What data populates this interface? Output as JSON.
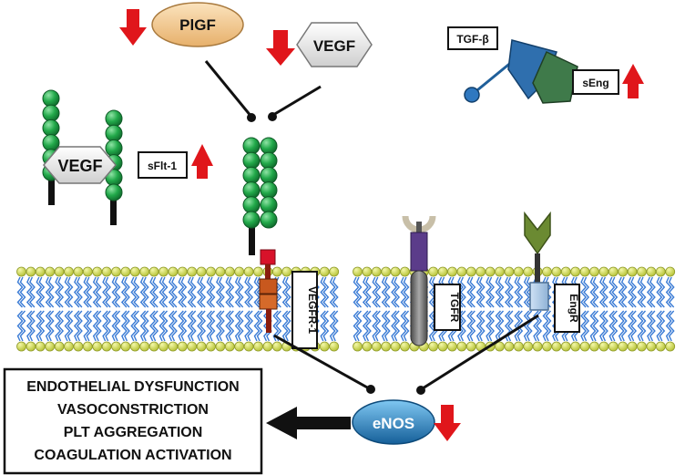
{
  "ligands": {
    "pigf": "PlGF",
    "vegf_top": "VEGF",
    "vegf_bound": "VEGF",
    "tgf_beta": "TGF-β",
    "seng": "sEng"
  },
  "soluble": {
    "sflt1": "sFlt-1"
  },
  "receptors": {
    "vegfr1": "VEGFR-1",
    "tgfr": "TGFR",
    "engr": "EngR"
  },
  "enzyme": {
    "enos": "eNOS"
  },
  "outcomes": [
    "ENDOTHELIAL DYSFUNCTION",
    "VASOCONSTRICTION",
    "PLT AGGREGATION",
    "COAGULATION ACTIVATION"
  ],
  "trends": {
    "pigf": "down",
    "vegf": "down",
    "sflt1": "up",
    "seng": "up",
    "enos": "down"
  },
  "colors": {
    "arrow": "#e0161b",
    "membrane_head": "#d4df4e",
    "lipid_tail": "#3a7bd5",
    "vegf_bead": "#22a94a",
    "vegfr1_head": "#d8122a",
    "vegfr1_body": "#c8581e",
    "tgfr": "#5b3c8a",
    "engr": "#6b8a32",
    "enos": "#1f7fc4",
    "seng": "#2f6fae",
    "pigf": "#f4c88f"
  }
}
